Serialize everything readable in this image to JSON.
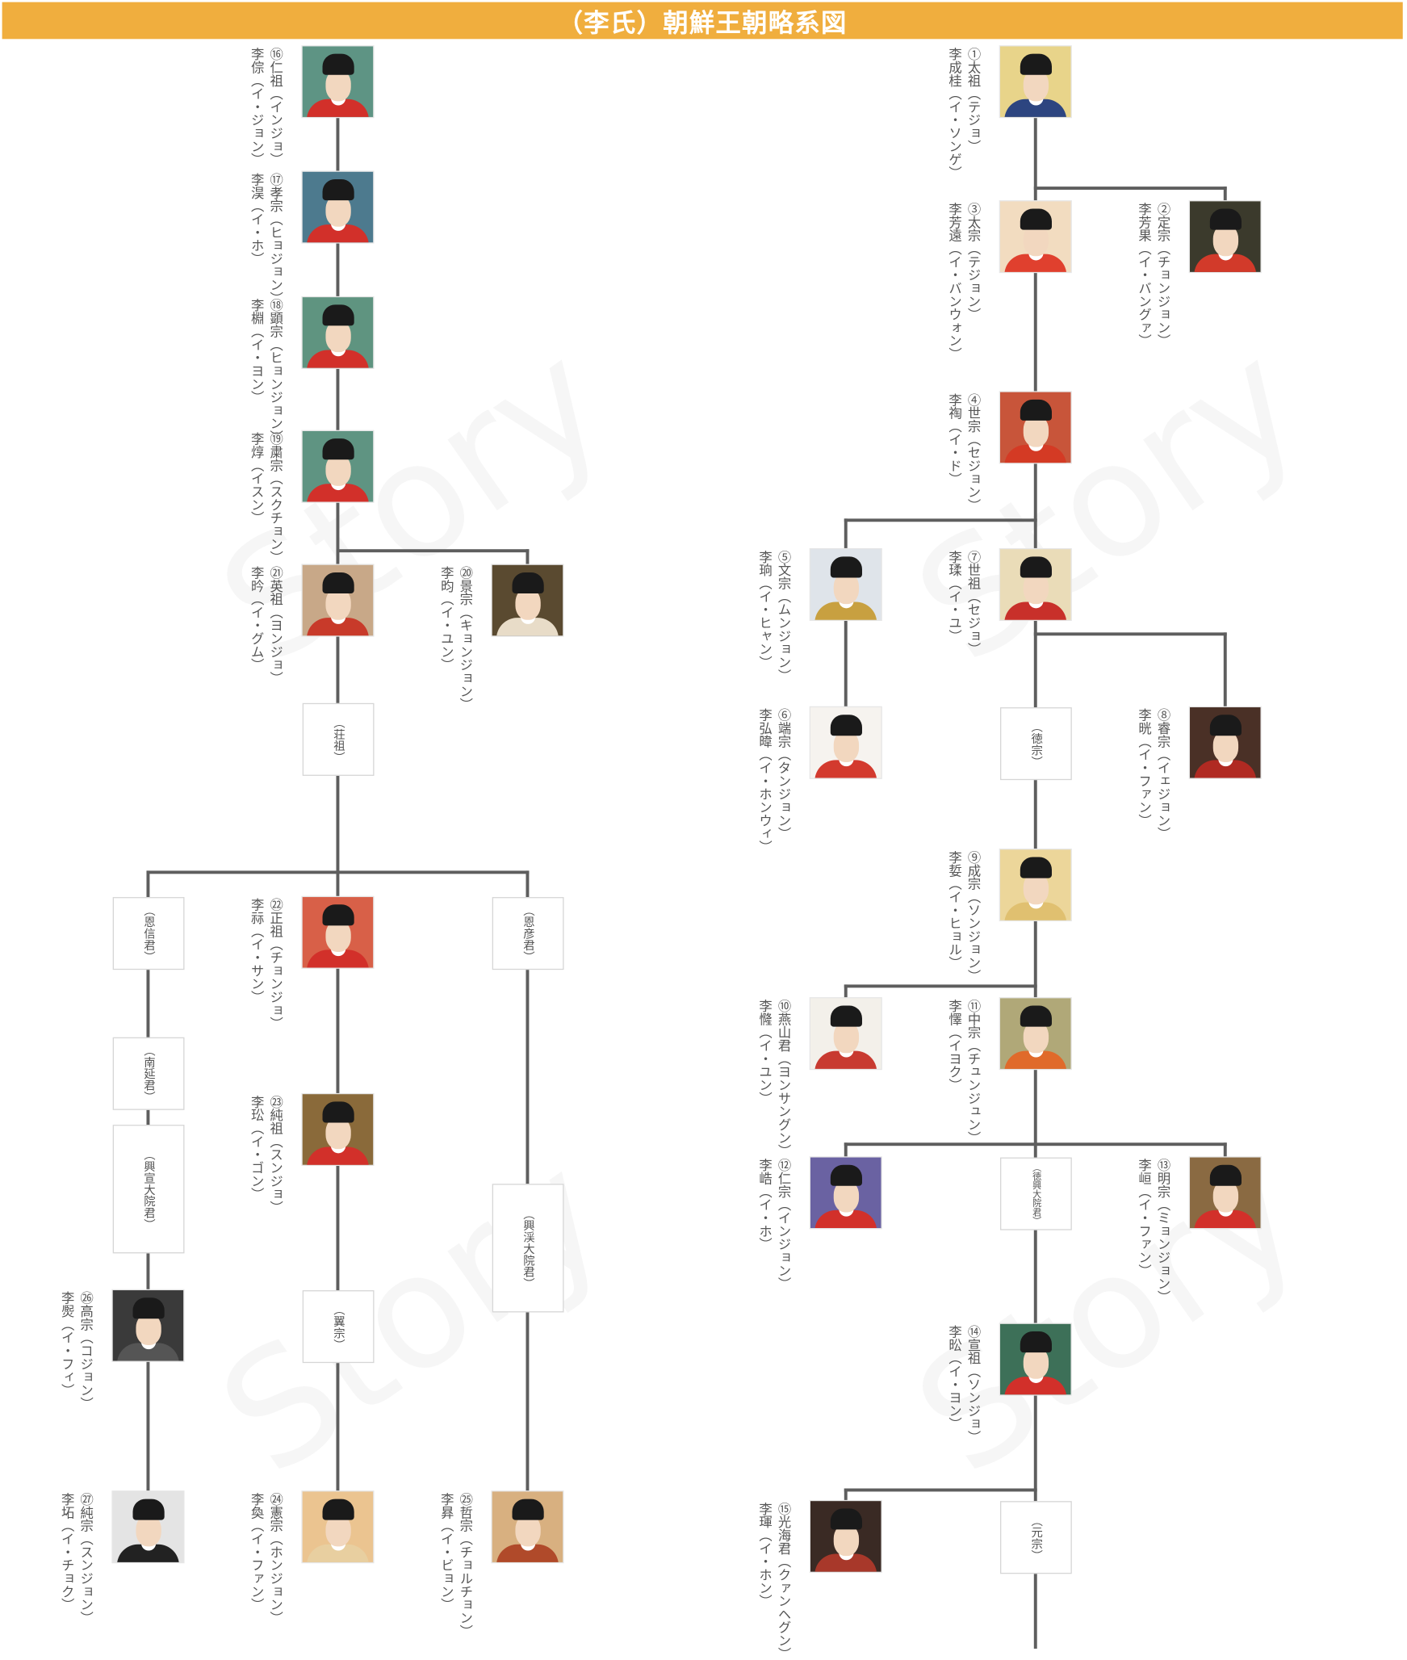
{
  "title": "（李氏）朝鮮王朝略系図",
  "watermark": "Story",
  "colors": {
    "header": "#f0ae3e",
    "line": "#5e5e5e",
    "text": "#555555"
  },
  "kings": [
    {
      "no": "①",
      "temple": "太祖",
      "temple_reading": "（テジョ）",
      "name": "李成桂",
      "name_reading": "（イ・ソンゲ）",
      "bg": "#e8d48a",
      "robe": "#2d4580"
    },
    {
      "no": "②",
      "temple": "定宗",
      "temple_reading": "（チョンジョン）",
      "name": "李芳果",
      "name_reading": "（イ・バングァ）",
      "bg": "#3b3a2c",
      "robe": "#d23a2a"
    },
    {
      "no": "③",
      "temple": "太宗",
      "temple_reading": "（テジョン）",
      "name": "李芳遠",
      "name_reading": "（イ・バンウォン）",
      "bg": "#f2dcc0",
      "robe": "#e0402e"
    },
    {
      "no": "④",
      "temple": "世宗",
      "temple_reading": "（セジョン）",
      "name": "李祹",
      "name_reading": "（イ・ド）",
      "bg": "#c8553a",
      "robe": "#d43a24"
    },
    {
      "no": "⑤",
      "temple": "文宗",
      "temple_reading": "（ムンジョン）",
      "name": "李珦",
      "name_reading": "（イ・ヒャン）",
      "bg": "#dfe4ea",
      "robe": "#c8a040"
    },
    {
      "no": "⑥",
      "temple": "端宗",
      "temple_reading": "（タンジョン）",
      "name": "李弘暐",
      "name_reading": "（イ・ホンウィ）",
      "bg": "#f6f3ef",
      "robe": "#d33a2e"
    },
    {
      "no": "⑦",
      "temple": "世祖",
      "temple_reading": "（セジョ）",
      "name": "李瑈",
      "name_reading": "（イ・ユ）",
      "bg": "#eadcb8",
      "robe": "#c8302a"
    },
    {
      "no": "⑧",
      "temple": "睿宗",
      "temple_reading": "（イェジョン）",
      "name": "李晄",
      "name_reading": "（イ・ファン）",
      "bg": "#4a3026",
      "robe": "#b02a22"
    },
    {
      "no": "⑨",
      "temple": "成宗",
      "temple_reading": "（ソンジョン）",
      "name": "李娎",
      "name_reading": "（イ・ヒョル）",
      "bg": "#ecd69a",
      "robe": "#e0c070"
    },
    {
      "no": "⑩",
      "temple": "燕山君",
      "temple_reading": "（ヨンサングン）",
      "name": "李㦕",
      "name_reading": "（イ・ユン）",
      "bg": "#f3f0ea",
      "robe": "#c83a30"
    },
    {
      "no": "⑪",
      "temple": "中宗",
      "temple_reading": "（チュンジュン）",
      "name": "李懌",
      "name_reading": "（イヨク）",
      "bg": "#b0a878",
      "robe": "#e06a2a"
    },
    {
      "no": "⑫",
      "temple": "仁宗",
      "temple_reading": "（インジョン）",
      "name": "李峼",
      "name_reading": "（イ・ホ）",
      "bg": "#6a62a2",
      "robe": "#d2302a"
    },
    {
      "no": "⑬",
      "temple": "明宗",
      "temple_reading": "（ミョンジョン）",
      "name": "李峘",
      "name_reading": "（イ・ファン）",
      "bg": "#8a6a42",
      "robe": "#d2302a"
    },
    {
      "no": "⑭",
      "temple": "宣祖",
      "temple_reading": "（ソンジョ）",
      "name": "李昖",
      "name_reading": "（イ・ヨン）",
      "bg": "#3d7058",
      "robe": "#d2302a"
    },
    {
      "no": "⑮",
      "temple": "光海君",
      "temple_reading": "（クァンヘグン）",
      "name": "李琿",
      "name_reading": "（イ・ホン）",
      "bg": "#3a2a24",
      "robe": "#a8382a"
    },
    {
      "no": "⑯",
      "temple": "仁祖",
      "temple_reading": "（インジョ）",
      "name": "李倧",
      "name_reading": "（イ・ジョン）",
      "bg": "#5e9484",
      "robe": "#d2302a"
    },
    {
      "no": "⑰",
      "temple": "孝宗",
      "temple_reading": "（ヒョジョン）",
      "name": "李淏",
      "name_reading": "（イ・ホ）",
      "bg": "#4d7a8e",
      "robe": "#d2302a"
    },
    {
      "no": "⑱",
      "temple": "顕宗",
      "temple_reading": "（ヒョンジョン）",
      "name": "李棩",
      "name_reading": "（イ・ヨン）",
      "bg": "#5f9480",
      "robe": "#d2302a"
    },
    {
      "no": "⑲",
      "temple": "粛宗",
      "temple_reading": "（スクチョン）",
      "name": "李焞",
      "name_reading": "（イスン）",
      "bg": "#5f9482",
      "robe": "#d2302a"
    },
    {
      "no": "⑳",
      "temple": "景宗",
      "temple_reading": "（キョンジョン）",
      "name": "李昀",
      "name_reading": "（イ・ユン）",
      "bg": "#5a4a30",
      "robe": "#e8dcc8"
    },
    {
      "no": "㉑",
      "temple": "英祖",
      "temple_reading": "（ヨンジョ）",
      "name": "李昑",
      "name_reading": "（イ・グム）",
      "bg": "#c8a888",
      "robe": "#c83a2a"
    },
    {
      "no": "㉒",
      "temple": "正祖",
      "temple_reading": "（チョンジョ）",
      "name": "李祘",
      "name_reading": "（イ・サン）",
      "bg": "#d86048",
      "robe": "#d2302a"
    },
    {
      "no": "㉓",
      "temple": "純祖",
      "temple_reading": "（スンジョ）",
      "name": "李玜",
      "name_reading": "（イ・ゴン）",
      "bg": "#8a6a3a",
      "robe": "#d2302a"
    },
    {
      "no": "㉔",
      "temple": "憲宗",
      "temple_reading": "（ホンジョン）",
      "name": "李奐",
      "name_reading": "（イ・ファン）",
      "bg": "#ebc490",
      "robe": "#e8cfa0"
    },
    {
      "no": "㉕",
      "temple": "哲宗",
      "temple_reading": "（チョルチョン）",
      "name": "李昪",
      "name_reading": "（イ・ビョン）",
      "bg": "#d8b080",
      "robe": "#b04a2a"
    },
    {
      "no": "㉖",
      "temple": "高宗",
      "temple_reading": "（コジョン）",
      "name": "李㷩",
      "name_reading": "（イ・フィ）",
      "bg": "#3a3a3a",
      "robe": "#555555"
    },
    {
      "no": "㉗",
      "temple": "純宗",
      "temple_reading": "（スンジョン）",
      "name": "李坧",
      "name_reading": "（イ・チョク）",
      "bg": "#e4e4e4",
      "robe": "#222222"
    }
  ],
  "boxes": [
    {
      "label": "（徳宗）"
    },
    {
      "label": "（徳興大院君）"
    },
    {
      "label": "（元宗）"
    },
    {
      "label": "（荘祖）"
    },
    {
      "label": "（恩信君）"
    },
    {
      "label": "（恩彦君）"
    },
    {
      "label": "（南延君）"
    },
    {
      "label": "（興宣大院君）"
    },
    {
      "label": "（興渓大院君）"
    },
    {
      "label": "（翼宗）"
    }
  ]
}
